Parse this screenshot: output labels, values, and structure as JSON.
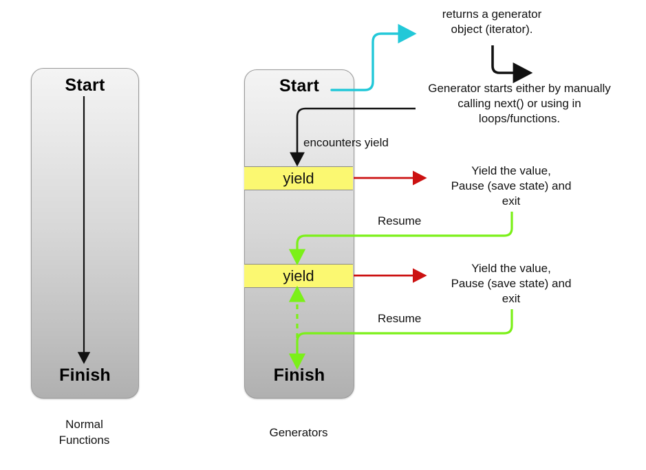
{
  "diagram": {
    "title": "Normal Functions vs Generators control flow",
    "colors": {
      "cyan_arrow": "#22c8d8",
      "red_arrow": "#cc1111",
      "green_arrow": "#7bf018",
      "black_arrow": "#111111",
      "yield_band": "#fbf871",
      "column_top": "#f4f4f4",
      "column_bottom": "#b0b0b0"
    },
    "columns": [
      {
        "id": "normal",
        "start_label": "Start",
        "finish_label": "Finish",
        "caption": "Normal\nFunctions",
        "caption_line1": "Normal",
        "caption_line2": "Functions"
      },
      {
        "id": "generators",
        "start_label": "Start",
        "finish_label": "Finish",
        "caption": "Generators",
        "yield_bands": [
          {
            "label": "yield"
          },
          {
            "label": "yield"
          }
        ]
      }
    ],
    "annotations": {
      "returns_generator": {
        "line1": "returns a generator",
        "line2": "object (iterator)."
      },
      "generator_starts": {
        "line1": "Generator starts either by manually",
        "line2": "calling next() or using in",
        "line3": "loops/functions."
      },
      "encounters_yield": "encounters yield",
      "yield_note_1": {
        "line1": "Yield  the value,",
        "line2": "Pause (save state) and",
        "line3": "exit"
      },
      "yield_note_2": {
        "line1": "Yield  the value,",
        "line2": "Pause (save state) and",
        "line3": "exit"
      },
      "resume_1": "Resume",
      "resume_2": "Resume"
    }
  }
}
